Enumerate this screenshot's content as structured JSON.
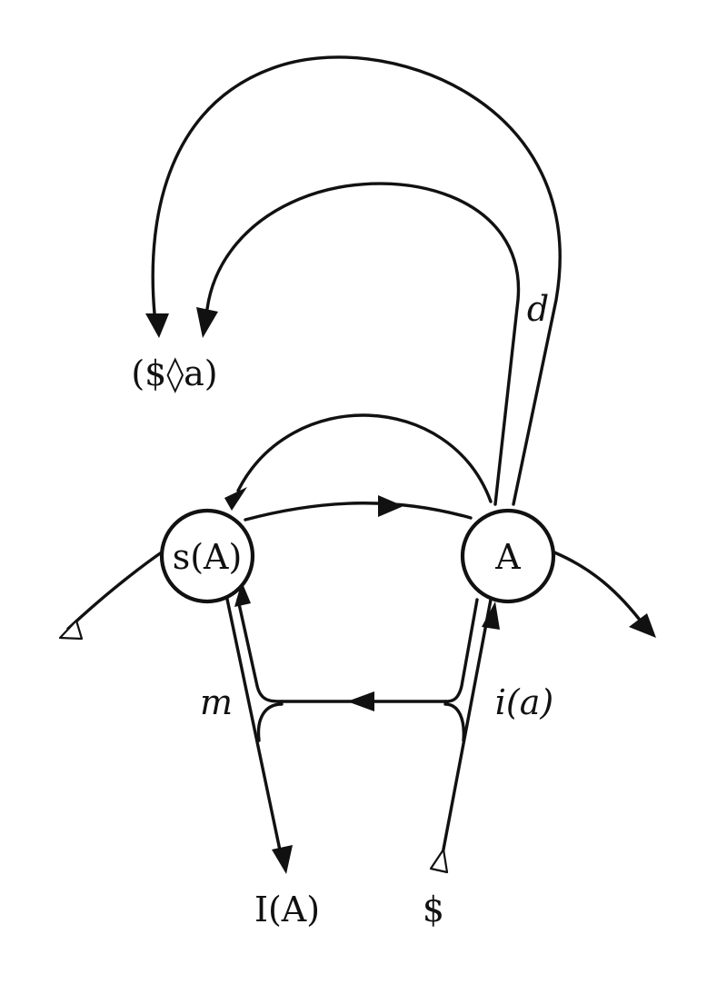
{
  "nodes": {
    "signified": "s(A)",
    "signifier": "A"
  },
  "labels": {
    "fantasy": "($◊a)",
    "drive": "d",
    "message": "m",
    "ideal": "I(A)",
    "image": "i(a)",
    "subject": "$"
  },
  "colors": {
    "ink": "#111111",
    "background": "#ffffff"
  }
}
